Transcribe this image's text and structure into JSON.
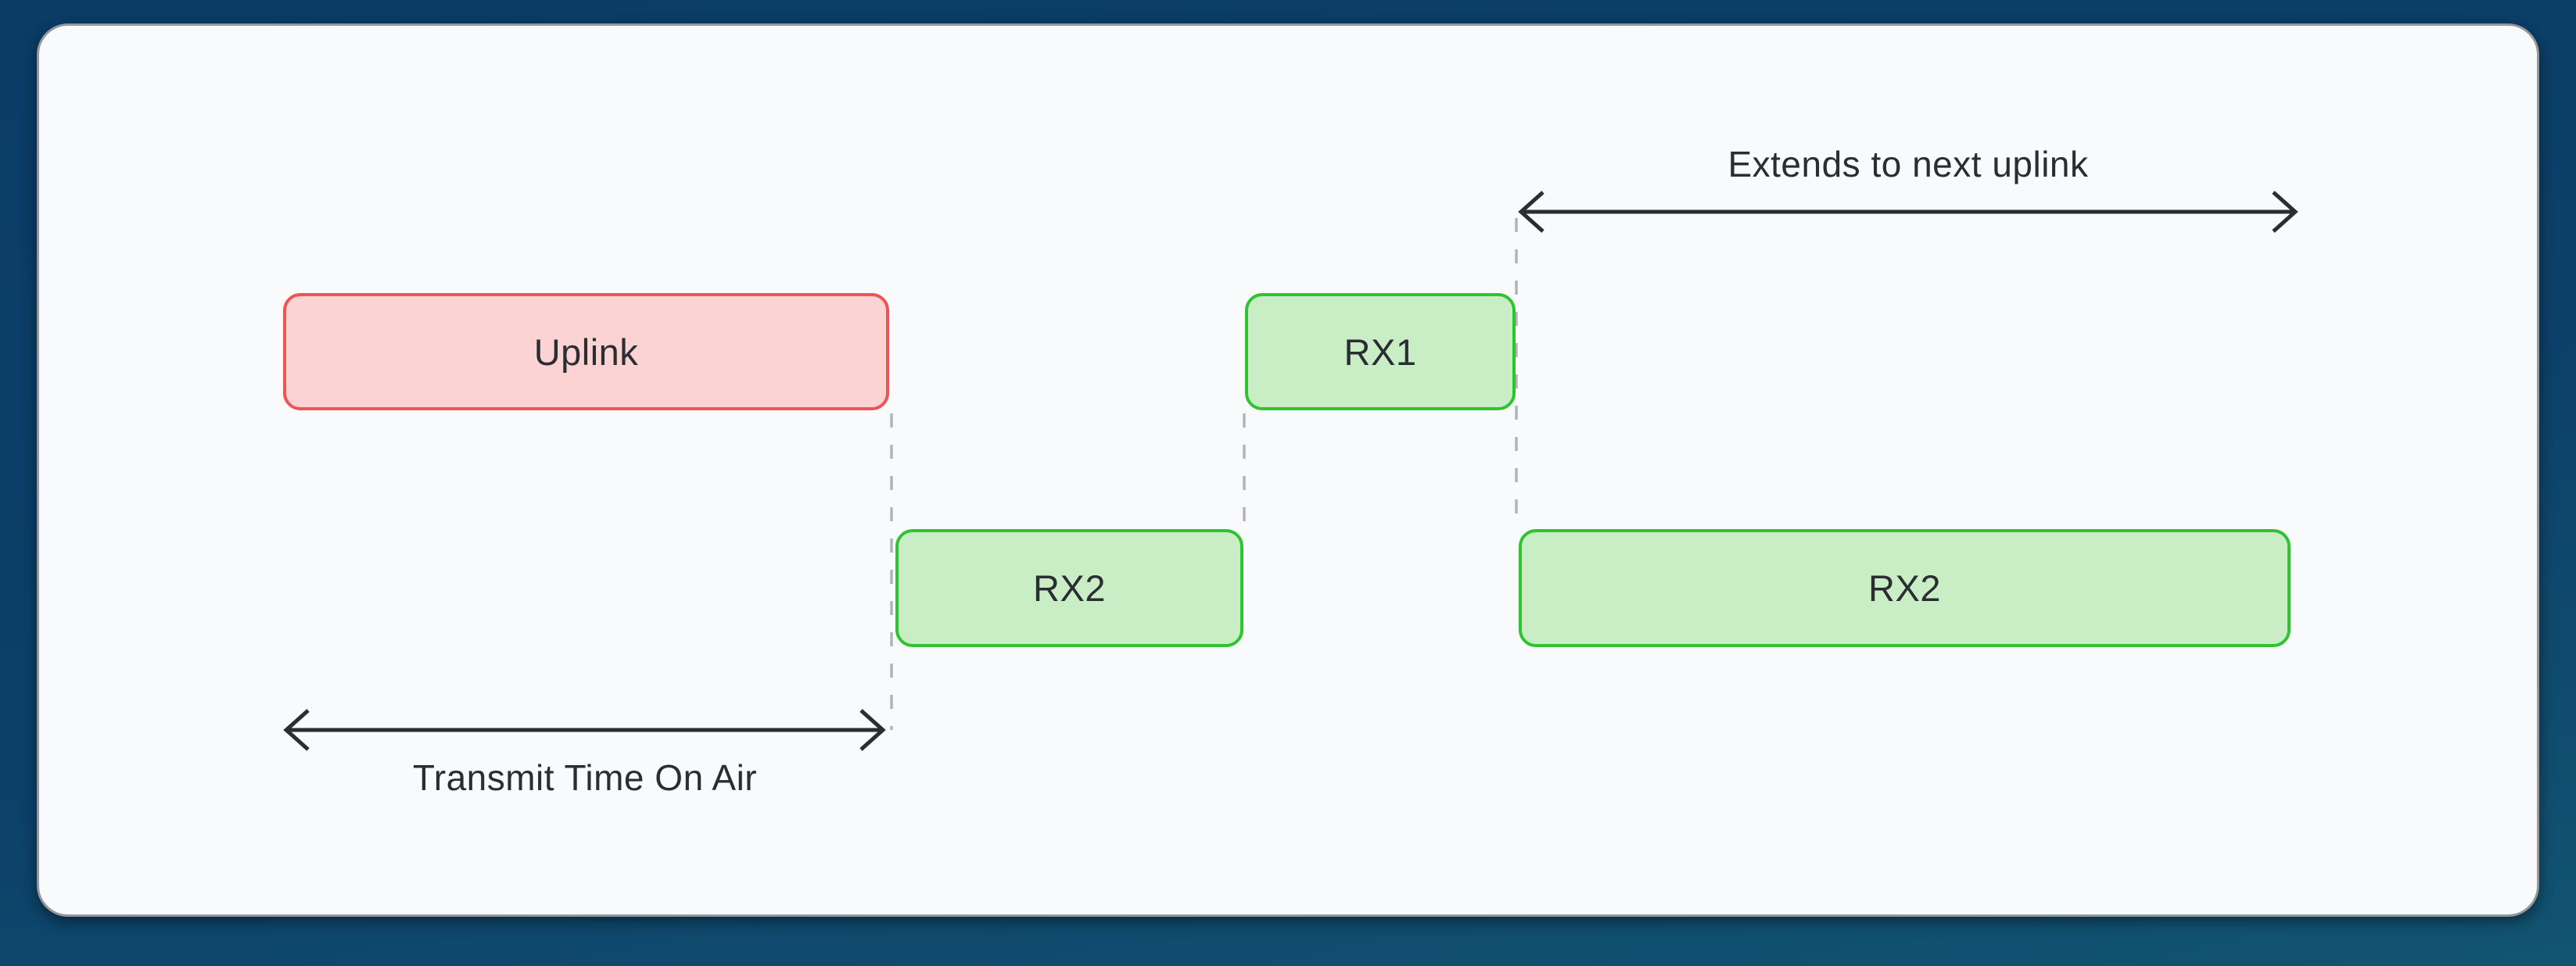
{
  "diagram": {
    "boxes": {
      "uplink": {
        "label": "Uplink"
      },
      "rx1": {
        "label": "RX1"
      },
      "rx2_early": {
        "label": "RX2"
      },
      "rx2_extended": {
        "label": "RX2"
      }
    },
    "annotations": {
      "transmit_time": "Transmit Time On Air",
      "extends_next_uplink": "Extends to next uplink"
    },
    "colors": {
      "outer_background": "#0c4069",
      "card_background": "#f8fafc",
      "card_edge": "#95989b",
      "uplink_fill": "#fbd3d3",
      "uplink_border": "#ee5454",
      "rx_fill": "#c9eec6",
      "rx_border": "#2fc42f",
      "dashed_guide": "#b1b4b7",
      "arrow": "#2a2d31",
      "text": "#2a2d31"
    }
  }
}
